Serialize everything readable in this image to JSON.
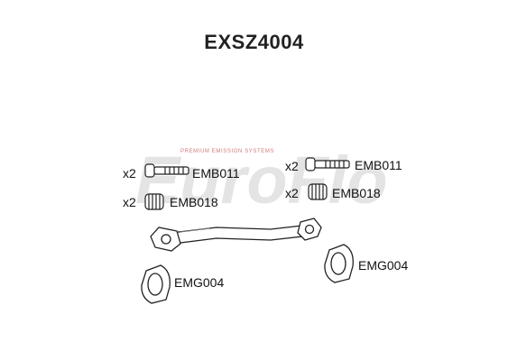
{
  "title": "EXSZ4004",
  "watermark": {
    "logo_text": "EuroFlo",
    "tagline": "PREMIUM EMISSION SYSTEMS"
  },
  "parts": {
    "bolt_left": {
      "qty": "x2",
      "code": "EMB011"
    },
    "spring_left": {
      "qty": "x2",
      "code": "EMB018"
    },
    "bolt_right": {
      "qty": "x2",
      "code": "EMB011"
    },
    "spring_right": {
      "qty": "x2",
      "code": "EMB018"
    },
    "gasket_left": {
      "code": "EMG004"
    },
    "gasket_right": {
      "code": "EMG004"
    }
  },
  "colors": {
    "watermark": "#d6d6d6",
    "watermark_accent": "#e07070",
    "outline": "#222222"
  }
}
